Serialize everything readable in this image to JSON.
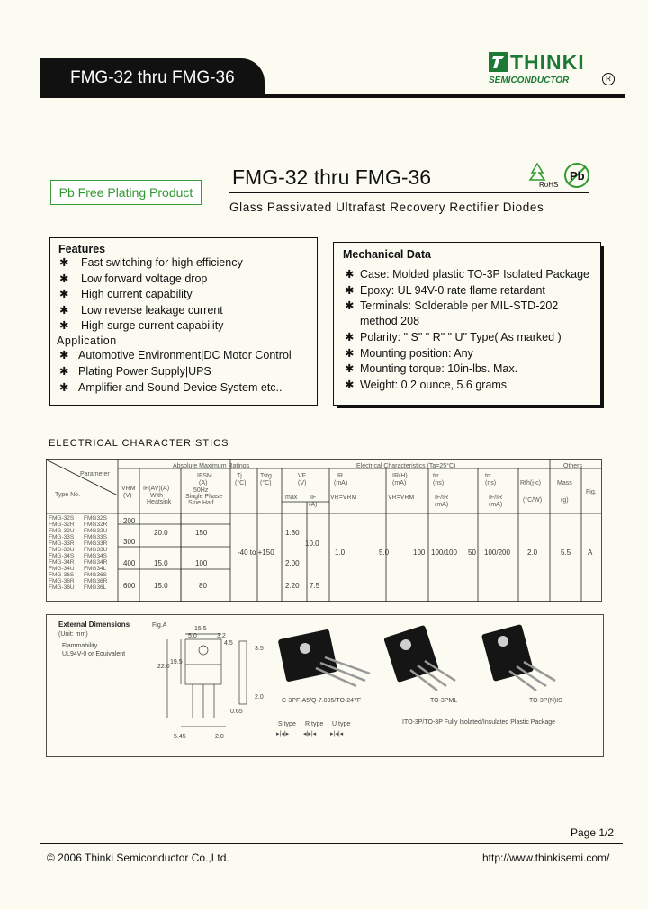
{
  "header": {
    "tab_title": "FMG-32 thru FMG-36",
    "logo_main": "THINKI",
    "logo_sub": "SEMICONDUCTOR",
    "logo_reg": "R"
  },
  "badge": {
    "pb_free": "Pb Free Plating Product"
  },
  "title": {
    "main": "FMG-32 thru FMG-36",
    "subtitle": "Glass Passivated Ultrafast Recovery Rectifier Diodes",
    "rohs": "RoHS",
    "pb": "Pb"
  },
  "features": {
    "title": "Features",
    "items": [
      "Fast switching for high efficiency",
      "Low forward voltage drop",
      "High current capability",
      "Low reverse leakage current",
      "High surge current capability"
    ],
    "application_title": "Application",
    "applications": [
      "Automotive Environment|DC Motor Control",
      "Plating Power Supply|UPS",
      "Amplifier and Sound Device System etc.."
    ]
  },
  "mechanical": {
    "title": "Mechanical Data",
    "items": [
      "Case: Molded plastic TO-3P Isolated Package",
      "Epoxy: UL 94V-0 rate flame retardant",
      "Terminals: Solderable per MIL-STD-202",
      "Polarity: \" S\"  \" R\"  \" U\"  Type( As marked )",
      "Mounting position: Any",
      "Mounting torque: 10in-lbs. Max.",
      "Weight: 0.2 ounce, 5.6 grams"
    ],
    "terminals_cont": "method 208"
  },
  "electrical": {
    "title": "ELECTRICAL CHARACTERISTICS",
    "group_abs": "Absolute Maximum Ratings",
    "group_elec": "Electrical Characteristics (Ta=25°C)",
    "group_others": "Others",
    "param_label": "Parameter",
    "type_label": "Type No.",
    "head_vrm": "VRM",
    "head_vrm_unit": "(V)",
    "head_ifav": "IF(AV)(A)",
    "head_ifav_sub1": "With",
    "head_ifav_sub2": "Heatsink",
    "head_ifsm": "IFSM",
    "head_ifsm_unit": "(A)",
    "head_ifsm_sub1": "50Hz",
    "head_ifsm_sub2": "Single Phase",
    "head_ifsm_sub3": "Sine Half",
    "head_tj": "Tj",
    "head_tj_unit": "(°C)",
    "head_tstg": "Tstg",
    "head_tstg_unit": "(°C)",
    "head_vf": "VF",
    "head_vf_unit": "(V)",
    "head_vf_sub1": "max",
    "head_vf_sub2": "IF",
    "head_vf_sub3": "(A)",
    "head_ir": "IR",
    "head_ir_unit": "(mA)",
    "head_ir_sub": "VR=VRM",
    "head_hir": "IR(H)",
    "head_hir_unit": "(mA)",
    "head_hir_sub": "VR=VRM",
    "head_trr1": "trr",
    "head_trr1_unit": "(ns)",
    "head_trr1_sub": "IF/IR",
    "head_trr1_sub_unit": "(mA)",
    "head_trr2": "trr",
    "head_trr2_unit": "(ns)",
    "head_trr2_sub": "IF/IR",
    "head_trr2_sub_unit": "(mA)",
    "head_rth": "Rth(j-c)",
    "head_rth_unit": "(°C/W)",
    "head_mass": "Mass",
    "head_mass_unit": "(g)",
    "head_fig": "Fig.",
    "type_rows": [
      [
        "FMG-32S",
        "FMG32S"
      ],
      [
        "FMG-32R",
        "FMG32R"
      ],
      [
        "FMG-32U",
        "FMG32U"
      ],
      [
        "FMG-33S",
        "FMG33S"
      ],
      [
        "FMG-33R",
        "FMG33R"
      ],
      [
        "FMG-33U",
        "FMG33U"
      ],
      [
        "FMG-34S",
        "FMG34S"
      ],
      [
        "FMG-34R",
        "FMG34R"
      ],
      [
        "FMG-34U",
        "FMG34L"
      ],
      [
        "FMG-36S",
        "FMG36S"
      ],
      [
        "FMG-36R",
        "FMG36R"
      ],
      [
        "FMG-36U",
        "FMG36L"
      ]
    ],
    "vrm_200": "200",
    "vrm_300": "300",
    "vrm_400": "400",
    "vrm_600": "600",
    "ifav_20": "20.0",
    "ifav_15a": "15.0",
    "ifav_15b": "15.0",
    "ifsm_150": "150",
    "ifsm_100": "100",
    "ifsm_80": "80",
    "temp_range": "-40 to +150",
    "vf_180": "1.80",
    "vf_200": "2.00",
    "vf_220": "2.20",
    "if_10": "10.0",
    "if_75": "7.5",
    "ir": "1.0",
    "hir": "5.0",
    "trr1": "100",
    "trr1_cond": "100/100",
    "trr2": "50",
    "trr2_cond": "100/200",
    "rth": "2.0",
    "mass": "5.5",
    "fig": "A"
  },
  "dimensions": {
    "title": "External Dimensions",
    "unit": "(Unit: mm)",
    "fig": "Fig.A",
    "flammability": "Flammability",
    "ul": "UL94V-0 or Equivalent",
    "labels": [
      "15.5",
      "5.0",
      "3.2",
      "4.5",
      "3.5",
      "2.0",
      "22.0",
      "19.5",
      "5.45",
      "2.0",
      "0.65"
    ],
    "s_type": "S type",
    "r_type": "R type",
    "u_type": "U type",
    "pkg1": "C-3PF-A5/Q-7.095/TO-247F",
    "pkg2": "TO-3PML",
    "pkg3": "TO-3P(N)IS",
    "package_note": "ITO-3P/TO-3P Fully Isolated/Insulated Plastic Package"
  },
  "footer": {
    "page": "Page 1/2",
    "copyright": "© 2006 Thinki Semiconductor Co.,Ltd.",
    "website": "http://www.thinkisemi.com/"
  },
  "colors": {
    "accent": "#1c7a34",
    "pb_green": "#2f9a2f",
    "background": "#fcfbf1"
  }
}
